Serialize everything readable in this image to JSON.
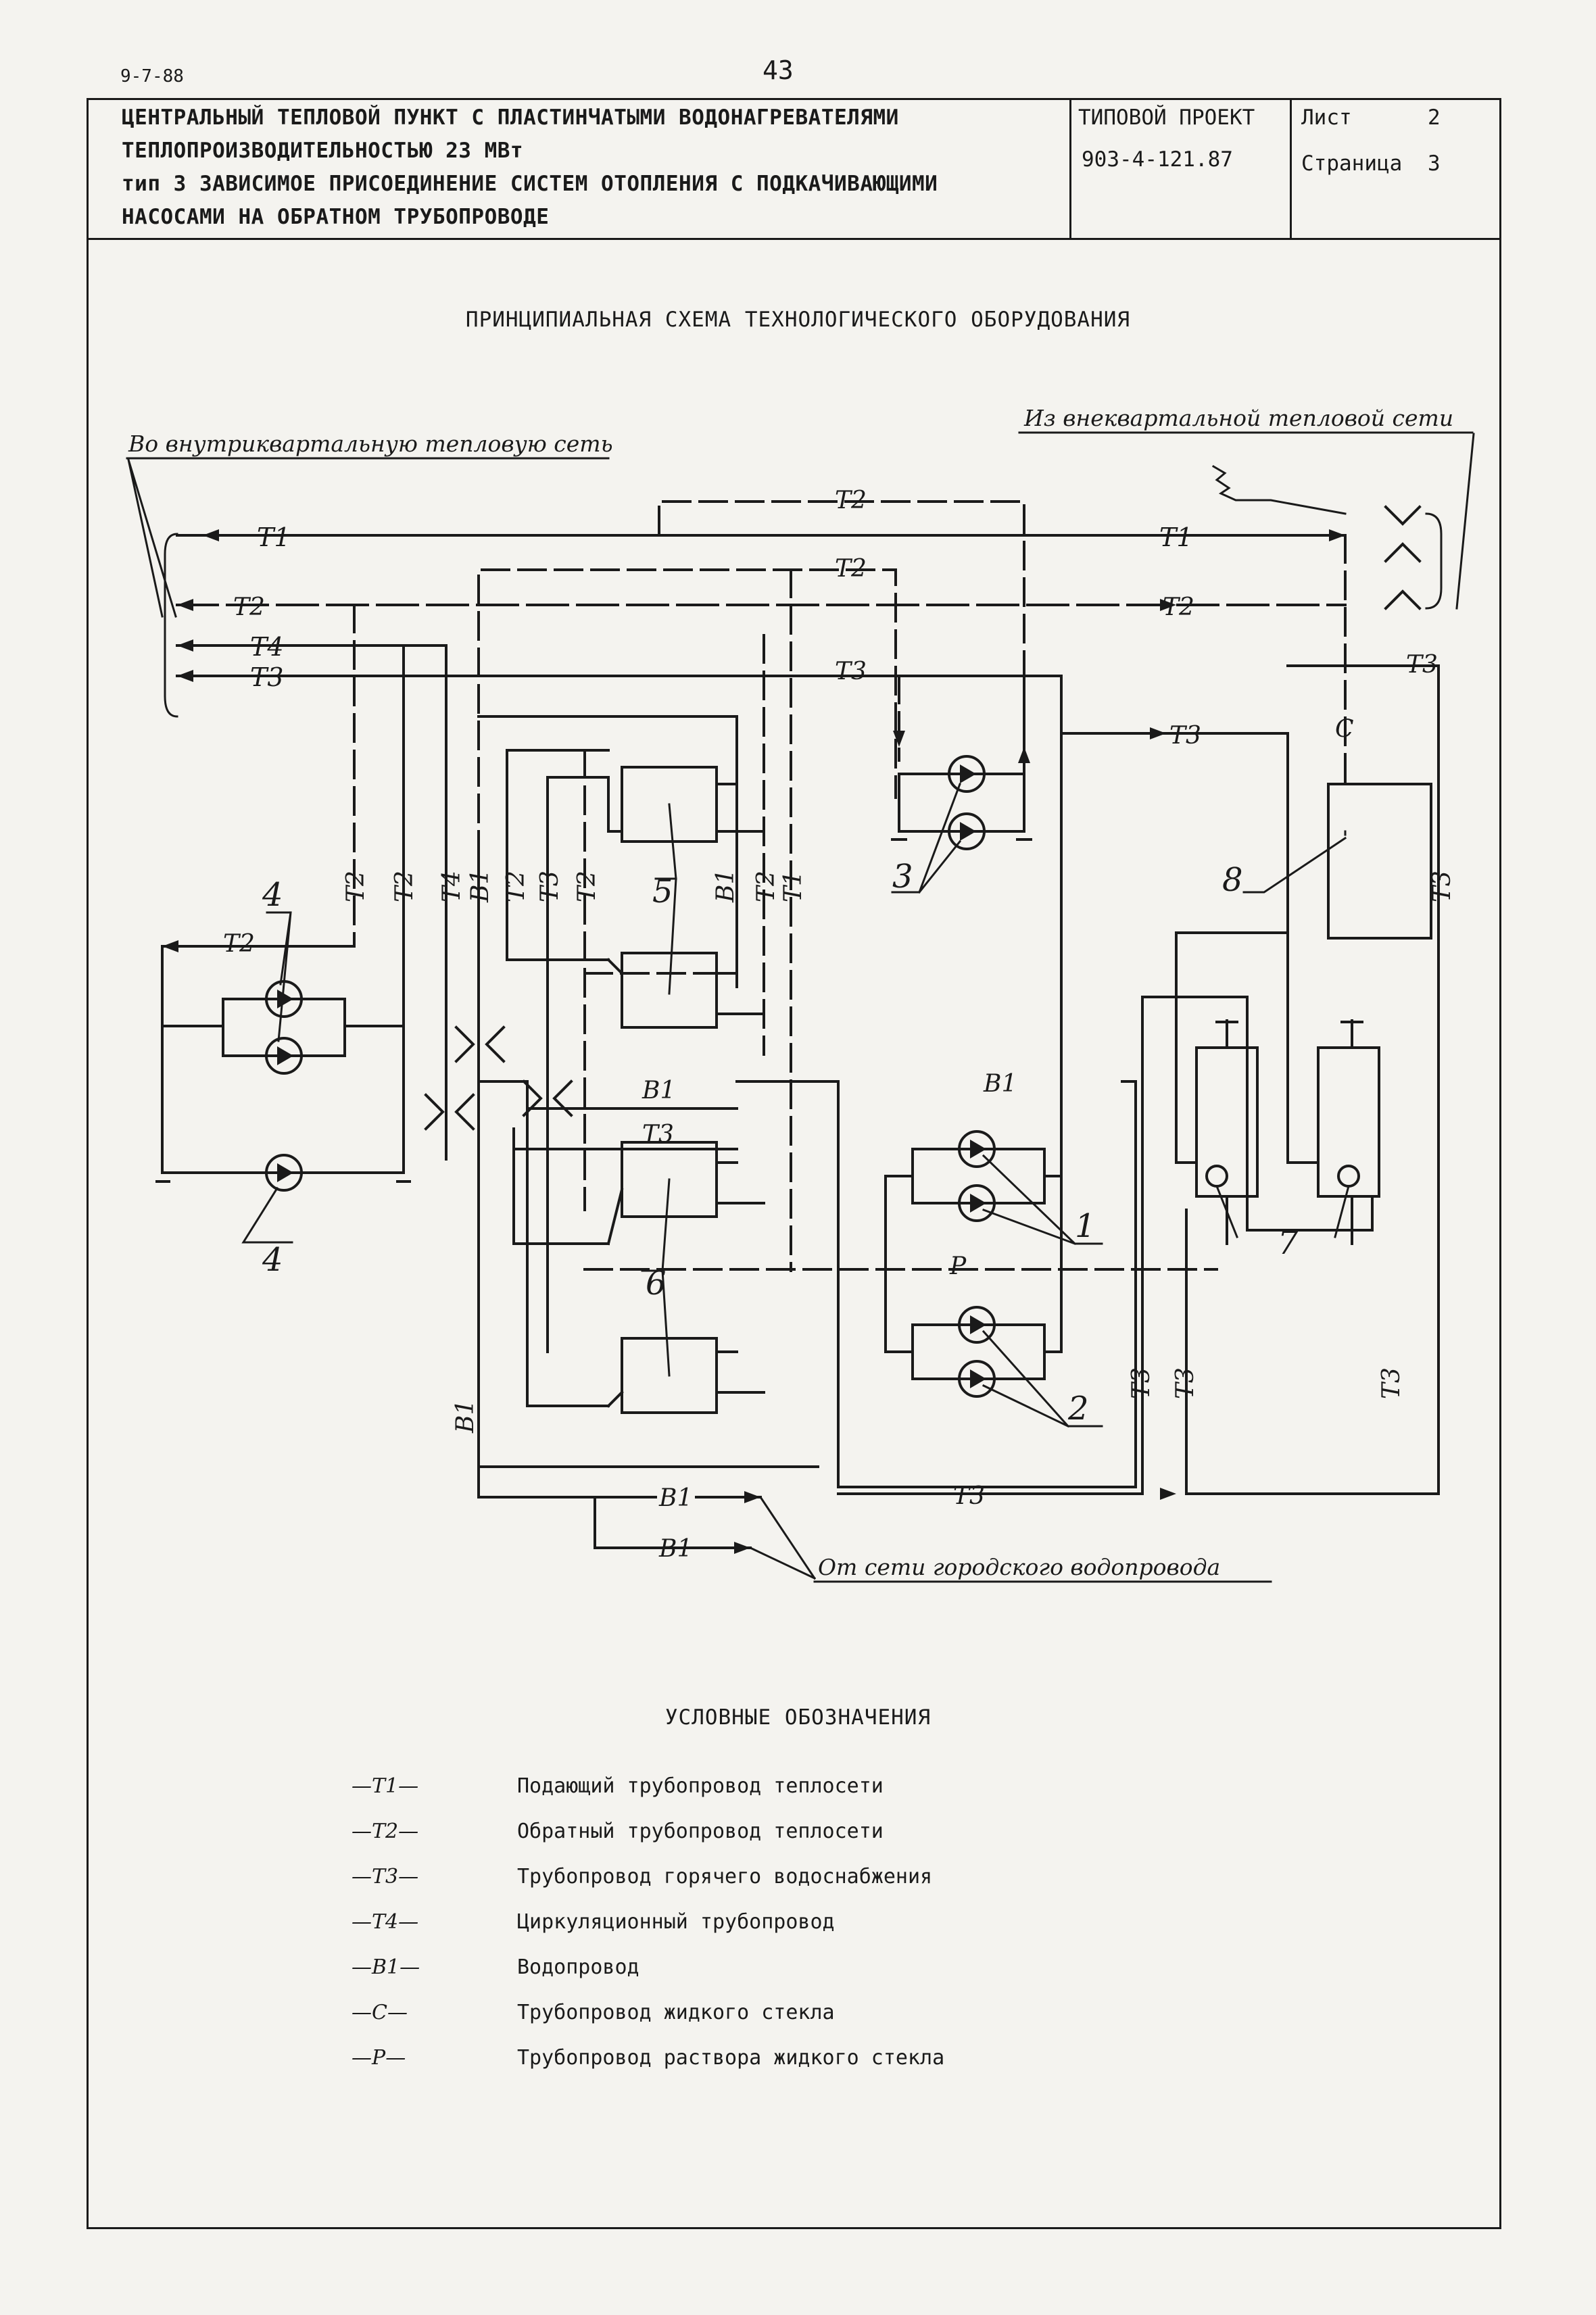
{
  "page": {
    "code": "9-7-88",
    "number": "43"
  },
  "header": {
    "title_lines": [
      "ЦЕНТРАЛЬНЫЙ ТЕПЛОВОЙ ПУНКТ С ПЛАСТИНЧАТЫМИ ВОДОНАГРЕВАТЕЛЯМИ",
      "ТЕПЛОПРОИЗВОДИТЕЛЬНОСТЬЮ 23 МВт",
      "тип 3 ЗАВИСИМОЕ ПРИСОЕДИНЕНИЕ СИСТЕМ ОТОПЛЕНИЯ С ПОДКАЧИВАЮЩИМИ",
      "НАСОСАМИ НА ОБРАТНОМ ТРУБОПРОВОДЕ"
    ],
    "project_label": "ТИПОВОЙ ПРОЕКТ",
    "project_number": "903-4-121.87",
    "sheet_label": "Лист",
    "sheet_value": "2",
    "page_label": "Страница",
    "page_value": "3"
  },
  "schema": {
    "title": "ПРИНЦИПИАЛЬНАЯ СХЕМА ТЕХНОЛОГИЧЕСКОГО ОБОРУДОВАНИЯ",
    "label_to_network": "Во внутриквартальную тепловую сеть",
    "label_from_network": "Из внеквартальной тепловой сети",
    "label_city_water": "От сети городского водопровода",
    "pipes": {
      "t1": "Т1",
      "t2": "Т2",
      "t3": "Т3",
      "t4": "Т4",
      "b1": "В1",
      "c": "С",
      "p": "Р"
    },
    "callouts": {
      "n1": "1",
      "n2": "2",
      "n3": "3",
      "n4": "4",
      "n5": "5",
      "n6": "6",
      "n7": "7",
      "n8": "8"
    }
  },
  "legend": {
    "title": "УСЛОВНЫЕ ОБОЗНАЧЕНИЯ",
    "items": [
      {
        "symbol": "Т1",
        "text": "Подающий трубопровод теплосети"
      },
      {
        "symbol": "Т2",
        "text": "Обратный трубопровод теплосети"
      },
      {
        "symbol": "Т3",
        "text": "Трубопровод горячего водоснабжения"
      },
      {
        "symbol": "Т4",
        "text": "Циркуляционный трубопровод"
      },
      {
        "symbol": "В1",
        "text": "Водопровод"
      },
      {
        "symbol": "С",
        "text": "Трубопровод жидкого стекла"
      },
      {
        "symbol": "Р",
        "text": "Трубопровод раствора жидкого стекла"
      }
    ]
  }
}
